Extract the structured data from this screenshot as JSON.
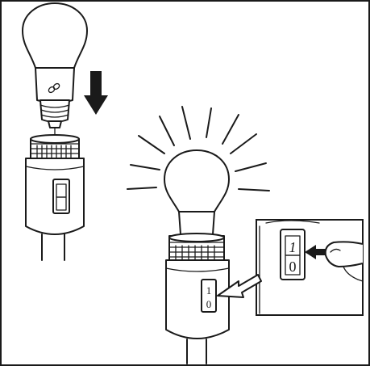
{
  "illustration": {
    "border_color": "#1a1a1a",
    "background": "#ffffff",
    "step1": {
      "bulb_icon": "led-bulb-icon",
      "arrow_icon": "down-arrow-icon",
      "socket": "lamp-socket-with-switch"
    },
    "step2": {
      "bulb_state": "lit",
      "switch_label_on": "1",
      "switch_label_off": "0"
    },
    "detail_inset": {
      "switch_label_on": "1",
      "switch_label_off": "0",
      "action": "finger-pressing-switch-icon"
    }
  }
}
